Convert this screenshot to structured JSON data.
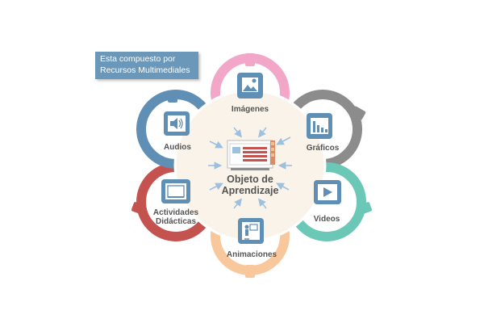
{
  "caption": {
    "line1": "Esta compuesto por",
    "line2": "Recursos Multimediales",
    "color": "#6b97b9"
  },
  "center": {
    "title_line1": "Objeto de",
    "title_line2": "Aprendizaje",
    "icon": "presentation-board-icon"
  },
  "nodes": [
    {
      "id": "imagenes",
      "label": "Imágenes",
      "icon": "image-icon",
      "ring_color": "#f2a7c9",
      "icon_color": "#5f8fb4"
    },
    {
      "id": "graficos",
      "label": "Gráficos",
      "icon": "bar-chart-icon",
      "ring_color": "#8c8c8c",
      "icon_color": "#5f8fb4"
    },
    {
      "id": "videos",
      "label": "Videos",
      "icon": "play-icon",
      "ring_color": "#6cc8b6",
      "icon_color": "#5f8fb4"
    },
    {
      "id": "animaciones",
      "label": "Animaciones",
      "icon": "presenter-icon",
      "ring_color": "#f8c79b",
      "icon_color": "#5f8fb4"
    },
    {
      "id": "actividades",
      "label_line1": "Actividades",
      "label_line2": "Didácticas",
      "icon": "document-frame-icon",
      "ring_color": "#c4524f",
      "icon_color": "#5f8fb4"
    },
    {
      "id": "audios",
      "label": "Audios",
      "icon": "speaker-icon",
      "ring_color": "#5f8fb4",
      "icon_color": "#5f8fb4"
    }
  ],
  "colors": {
    "hub_fill": "#faf3ea",
    "arrow": "#9cc0de",
    "text": "#555555"
  }
}
